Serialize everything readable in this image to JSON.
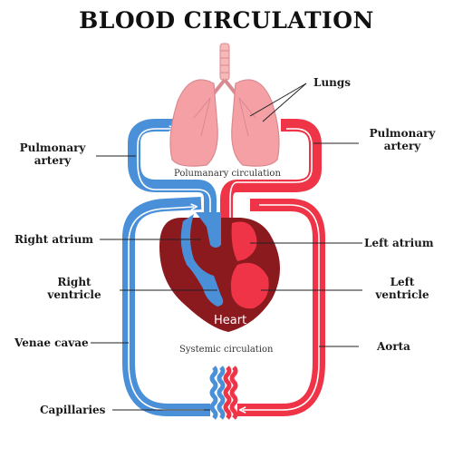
{
  "title": "BLOOD CIRCULATION",
  "labels": {
    "lungs": "Lungs",
    "pulmonary_artery_left_1": "Pulmonary",
    "pulmonary_artery_left_2": "artery",
    "pulmonary_artery_right_1": "Pulmonary",
    "pulmonary_artery_right_2": "artery",
    "right_atrium": "Right atrium",
    "left_atrium": "Left atrium",
    "right_ventricle_1": "Right",
    "right_ventricle_2": "ventricle",
    "left_ventricle_1": "Left",
    "left_ventricle_2": "ventricle",
    "venae_cavae": "Venae cavae",
    "aorta": "Aorta",
    "capillaries": "Capillaries",
    "heart": "Heart"
  },
  "captions": {
    "pulmonary": "Polumanary circulation",
    "systemic": "Systemic circulation"
  },
  "colors": {
    "oxygen_poor": "#4a90d9",
    "oxygen_rich": "#ef3447",
    "heart": "#8b1a1f",
    "lungs": "#f4a0a5",
    "trachea": "#f7b8ba"
  }
}
